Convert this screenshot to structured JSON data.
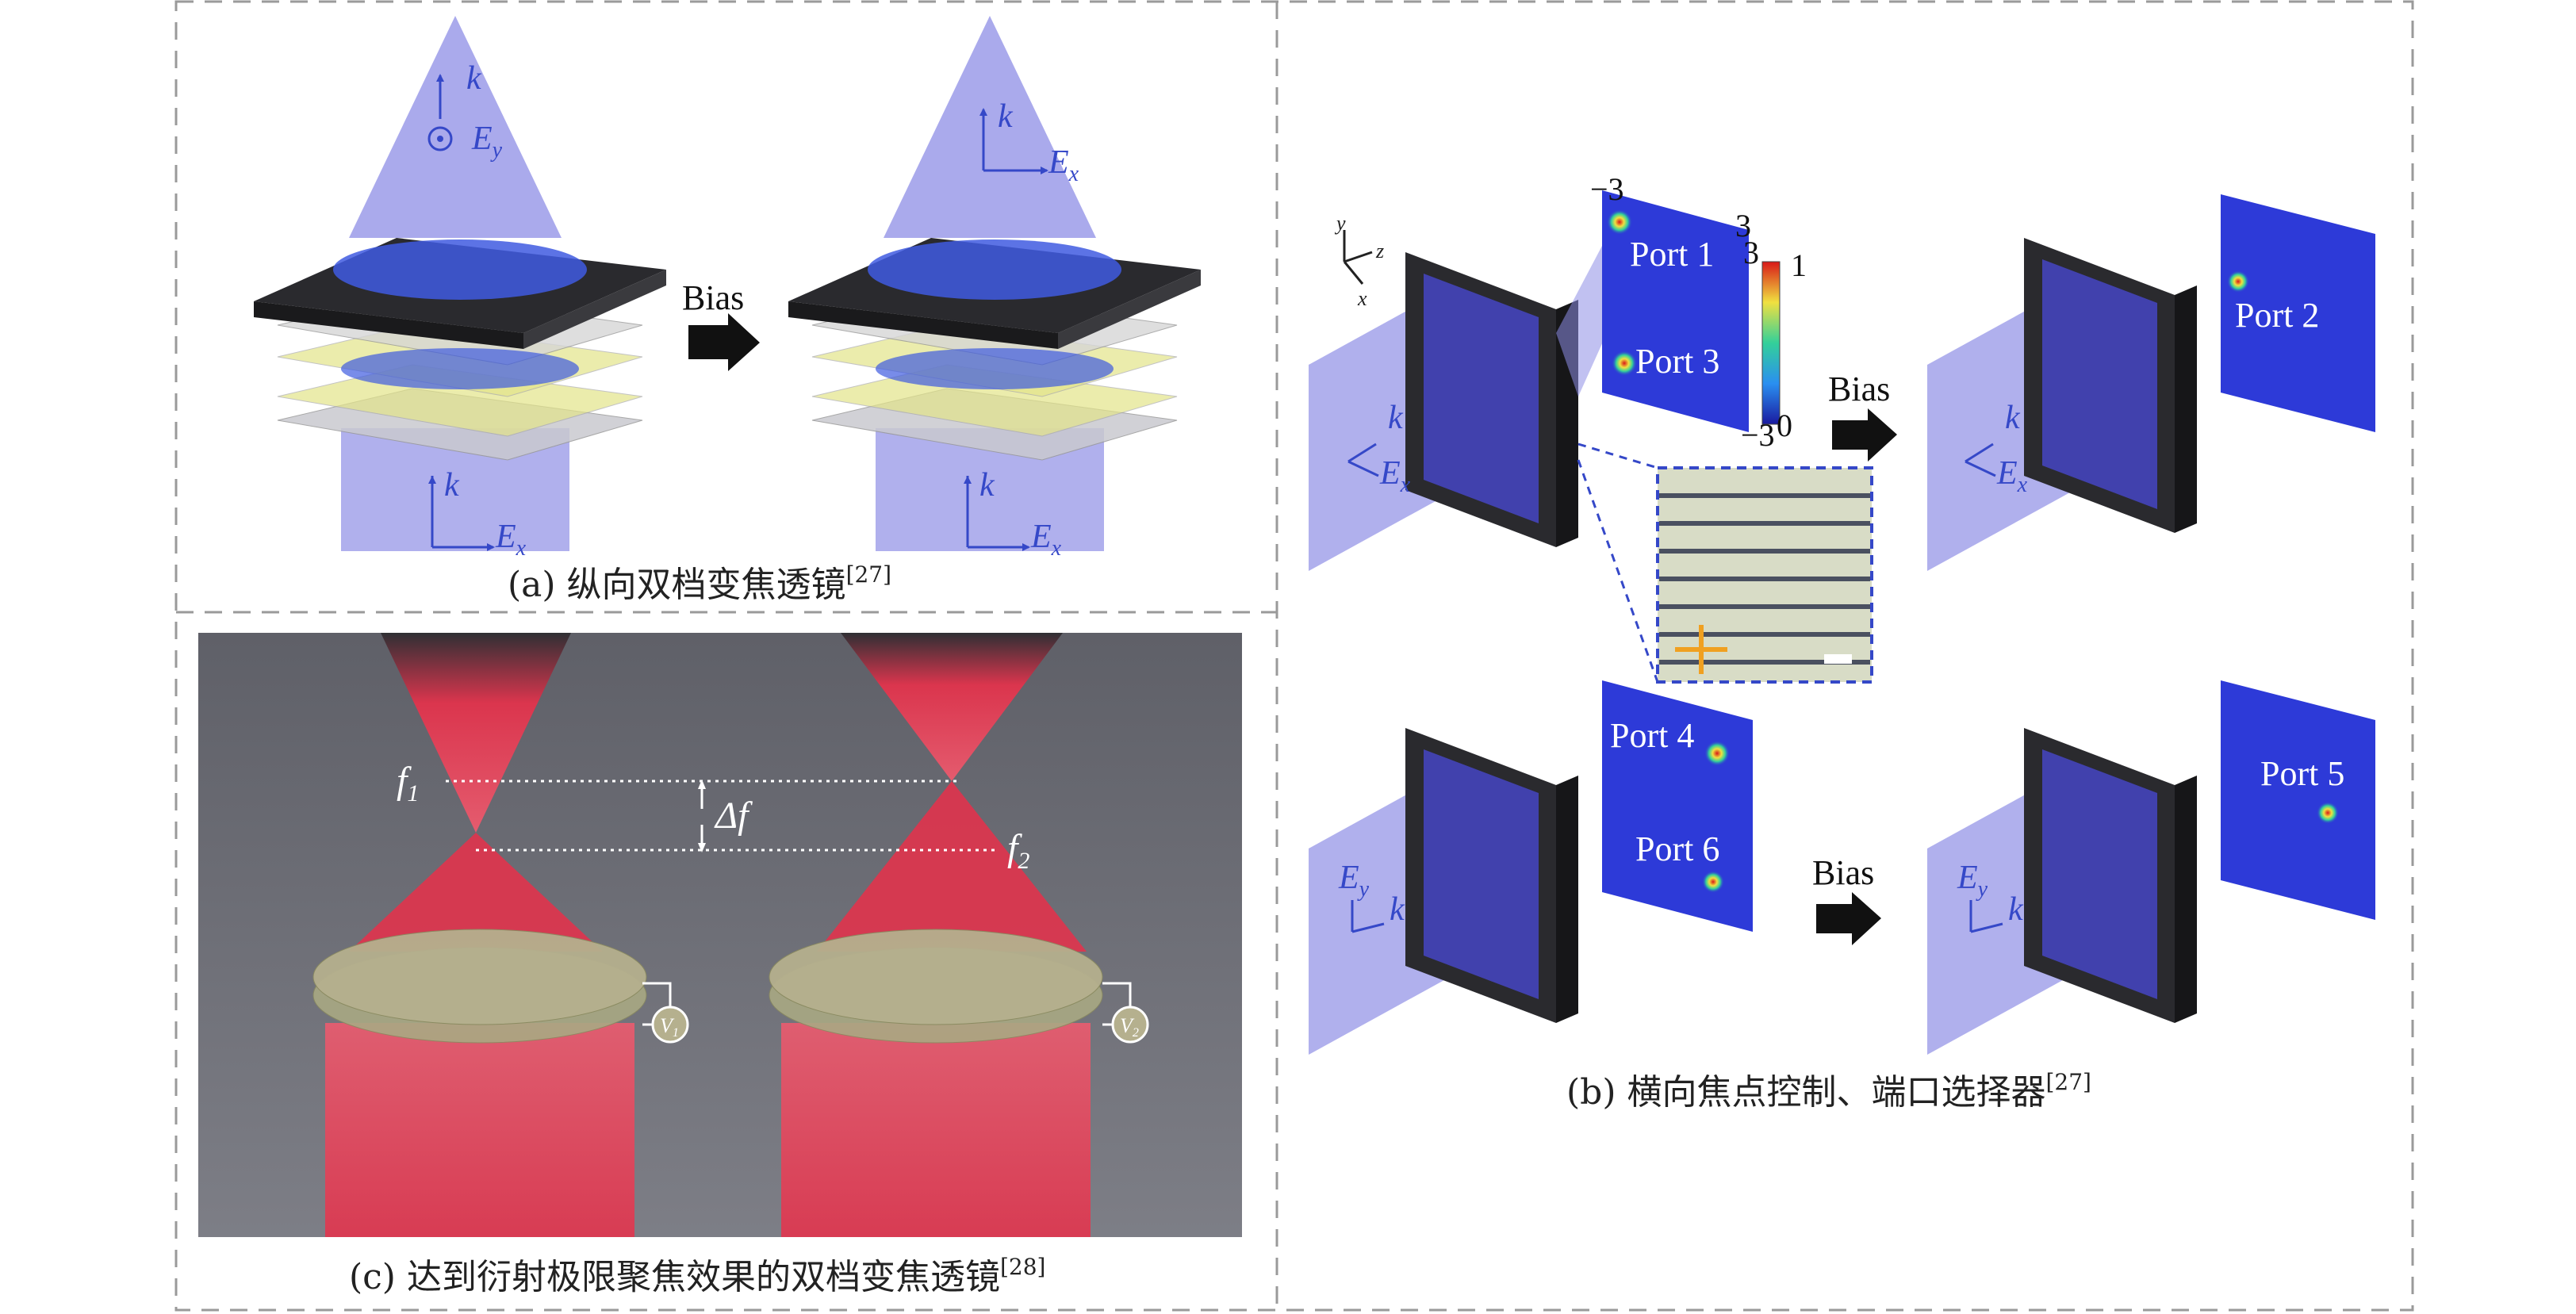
{
  "panel_a": {
    "caption": "(a) 纵向双档变焦透镜",
    "ref": "[27]",
    "bias_label": "Bias",
    "left_lens": {
      "top_k": "k",
      "top_E": "E",
      "top_E_sub": "y",
      "bottom_k": "k",
      "bottom_E": "E",
      "bottom_E_sub": "x"
    },
    "right_lens": {
      "top_k": "k",
      "top_E": "E",
      "top_E_sub": "x",
      "bottom_k": "k",
      "bottom_E": "E",
      "bottom_E_sub": "x"
    }
  },
  "panel_b": {
    "caption": "(b) 横向焦点控制、端口选择器",
    "ref": "[27]",
    "bias_top": "Bias",
    "bias_bottom": "Bias",
    "axes": {
      "y": "y",
      "z": "z",
      "x": "x"
    },
    "colorbar": {
      "max": "1",
      "min": "0"
    },
    "screen_ticks": {
      "top_left": "−3",
      "top_right": "3",
      "right_top": "3",
      "bottom": "−3"
    },
    "ports": {
      "p1": "Port 1",
      "p2": "Port 2",
      "p3": "Port 3",
      "p4": "Port 4",
      "p5": "Port 5",
      "p6": "Port 6"
    },
    "beam_top_left": {
      "k": "k",
      "E": "E",
      "E_sub": "x"
    },
    "beam_top_right": {
      "k": "k",
      "E": "E",
      "E_sub": "x"
    },
    "beam_bottom_left": {
      "k": "k",
      "E": "E",
      "E_sub": "y"
    },
    "beam_bottom_right": {
      "k": "k",
      "E": "E",
      "E_sub": "y"
    }
  },
  "panel_c": {
    "caption": "(c) 达到衍射极限聚焦效果的双档变焦透镜",
    "ref": "[28]",
    "f1": "f",
    "f1_sub": "1",
    "f2": "f",
    "f2_sub": "2",
    "delta_f": "Δf",
    "v1": "V",
    "v1_sub": "1",
    "v2": "V",
    "v2_sub": "2"
  },
  "colors": {
    "beam": "#8e8ee6",
    "accent_blue": "#3548c8",
    "laser_red": "#e8304a",
    "dark_device": "#2a2a2e",
    "border_dash": "#9a9a9a"
  }
}
